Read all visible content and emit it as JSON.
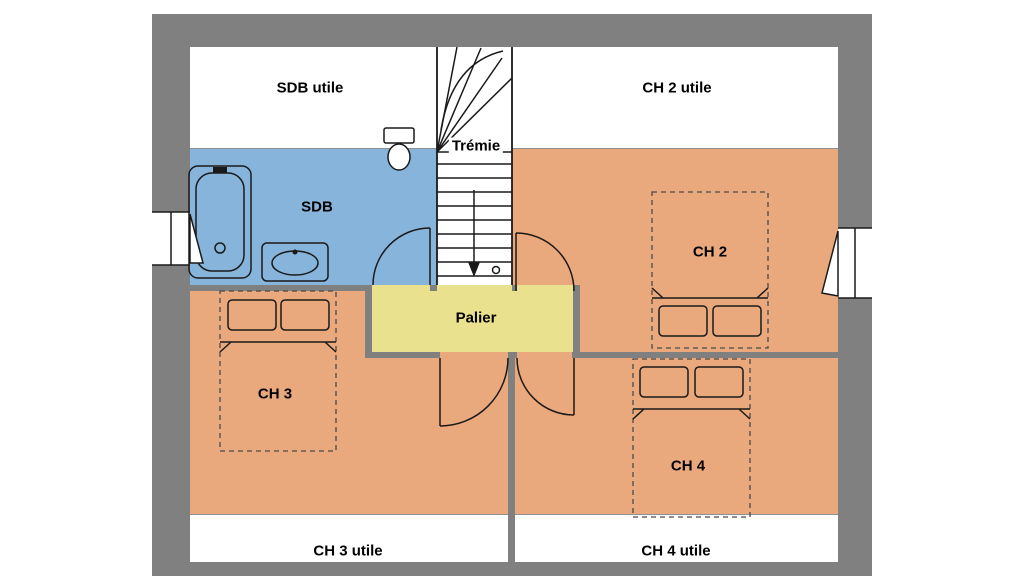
{
  "plan": {
    "labels": {
      "sdb_utile": "SDB utile",
      "ch2_utile": "CH 2 utile",
      "tremie": "Trémie",
      "sdb": "SDB",
      "ch2": "CH 2",
      "palier": "Palier",
      "ch3": "CH 3",
      "ch4": "CH 4",
      "ch3_utile": "CH 3 utile",
      "ch4_utile": "CH 4 utile"
    },
    "colors": {
      "wall": "#808080",
      "bathroom": "#86b4da",
      "bedroom": "#eaa87d",
      "landing": "#e9e18d",
      "outline": "#1a1a1a",
      "bg": "#ffffff"
    },
    "fixtures": {
      "bathtub": "bathtub",
      "sink": "washbasin",
      "toilet": "toilet",
      "staircase": "staircase-with-down-arrow",
      "beds": [
        "bed-ch2",
        "bed-ch3",
        "bed-ch4"
      ],
      "doors": [
        "door-sdb",
        "door-ch2",
        "door-ch3",
        "door-ch4"
      ],
      "windows": [
        "window-left",
        "window-right"
      ]
    }
  }
}
